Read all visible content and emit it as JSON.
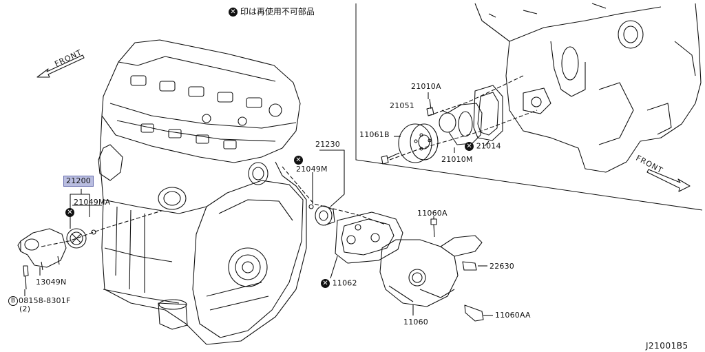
{
  "note": "印は再使用不可部品",
  "front_labels": [
    "FRONT",
    "FRONT"
  ],
  "diagram_code": "J21001B5",
  "parts": {
    "p21200": "21200",
    "p21049MA": "21049MA",
    "p13049N": "13049N",
    "p08158": "08158-8301F",
    "p08158_qty": "(2)",
    "p08158_marker": "B",
    "p21230": "21230",
    "p21049M": "21049M",
    "p11062": "11062",
    "p11060A": "11060A",
    "p22630": "22630",
    "p11060": "11060",
    "p11060AA": "11060AA",
    "p21010A": "21010A",
    "p21051": "21051",
    "p11061B": "11061B",
    "p21014": "21014",
    "p21010M": "21010M"
  },
  "colors": {
    "highlight": "#b9bde0",
    "line": "#111111"
  },
  "icons": {
    "non_reusable": "x-circle-icon",
    "bolt_marker": "circled-b-icon"
  }
}
